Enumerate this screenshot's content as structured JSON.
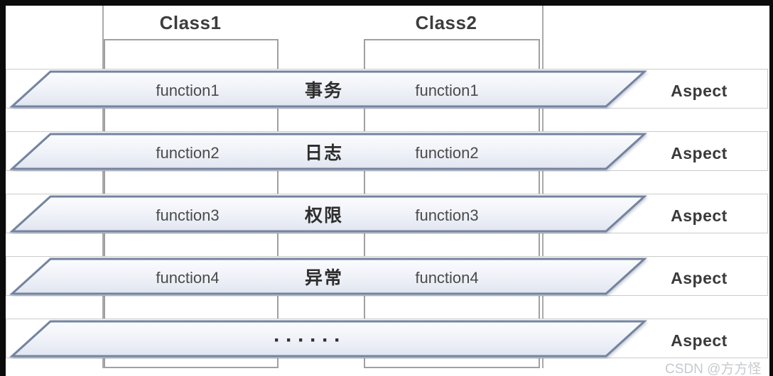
{
  "diagram": {
    "class_headers": [
      {
        "label": "Class1"
      },
      {
        "label": "Class2"
      }
    ],
    "rows": [
      {
        "left_function": "function1",
        "aspect_cn": "事务",
        "right_function": "function1",
        "aspect_label": "Aspect"
      },
      {
        "left_function": "function2",
        "aspect_cn": "日志",
        "right_function": "function2",
        "aspect_label": "Aspect"
      },
      {
        "left_function": "function3",
        "aspect_cn": "权限",
        "right_function": "function3",
        "aspect_label": "Aspect"
      },
      {
        "left_function": "function4",
        "aspect_cn": "异常",
        "right_function": "function4",
        "aspect_label": "Aspect"
      },
      {
        "left_function": "",
        "aspect_cn": "",
        "right_function": "",
        "ellipsis": "······",
        "aspect_label": "Aspect"
      }
    ],
    "watermark": "CSDN @方方怪",
    "colors": {
      "frame": "#0b0b0b",
      "paper": "#ffffff",
      "band_border": "#cbcbcb",
      "class_box_border": "#a0a0a0",
      "parallelogram_stroke": "#73849f",
      "parallelogram_fill_top": "#fbfcfe",
      "parallelogram_fill_bottom": "#e1e5f0",
      "text_dark": "#3a3a3a",
      "watermark_gray": "#c5cace"
    }
  }
}
